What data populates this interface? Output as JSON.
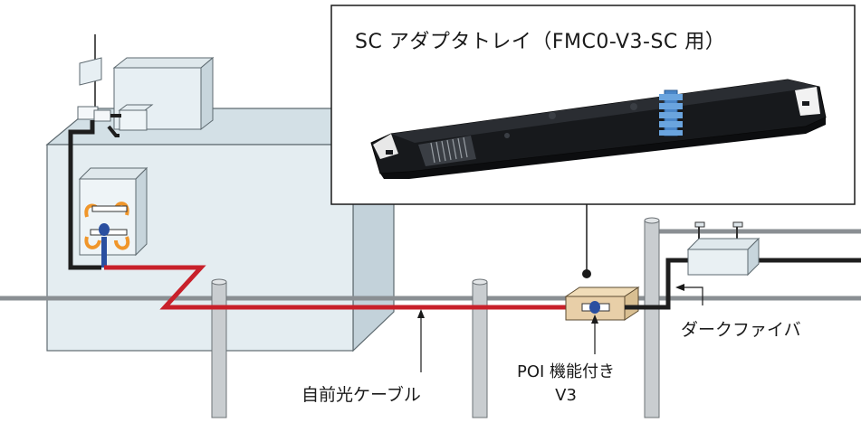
{
  "inset": {
    "title": "SC アダプタトレイ（FMC0-V3-SC 用）"
  },
  "labels": {
    "fiber_cable": "自前光ケーブル",
    "dark_fiber": "ダークファイバ",
    "poi_line1": "POI 機能付き",
    "poi_line2": "V3"
  },
  "colors": {
    "building_fill": "#e4edf1",
    "building_stroke": "#5e6a70",
    "own_cable": "#c8202a",
    "dark_cable": "#1e1e1e",
    "orange_fiber": "#f0962b",
    "blue_connector": "#2a4fa0",
    "closure_box": "#e8cfa8",
    "pole": "#c9cdd0",
    "messenger_wire": "#8a8f93",
    "adapter_blue": "#4a86c8"
  }
}
